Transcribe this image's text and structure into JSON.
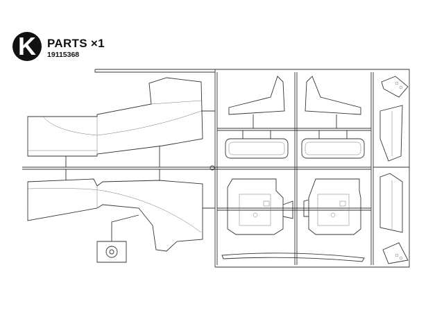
{
  "header": {
    "letter": "K",
    "title": "PARTS ×1",
    "code": "19115368"
  }
}
